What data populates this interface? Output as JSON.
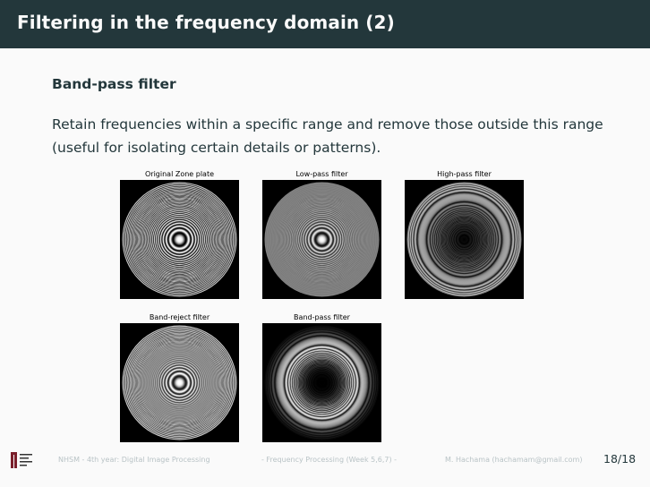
{
  "slide": {
    "title": "Filtering in the frequency domain (2)",
    "subtitle": "Band-pass filter",
    "body": "Retain frequencies within a specific range and remove those outside this range (useful for isolating certain details or patterns)."
  },
  "figures": [
    {
      "caption": "Original Zone plate",
      "kind": "original"
    },
    {
      "caption": "Low-pass filter",
      "kind": "lowpass"
    },
    {
      "caption": "High-pass filter",
      "kind": "highpass"
    },
    {
      "caption": "Band-reject filter",
      "kind": "bandreject"
    },
    {
      "caption": "Band-pass filter",
      "kind": "bandpass"
    }
  ],
  "footer": {
    "course": "NHSM - 4th year: Digital Image Processing",
    "chapter": "- Frequency Processing (Week 5,6,7) -",
    "author": "M. Hachama (hachamam@gmail.com)",
    "page": "18/18"
  }
}
